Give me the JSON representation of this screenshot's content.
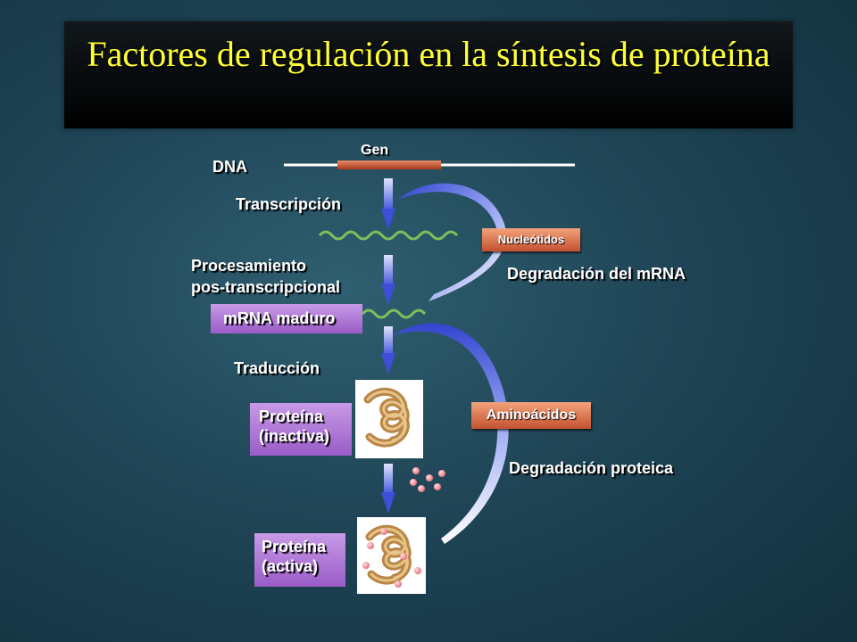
{
  "title": "Factores de regulación en la síntesis de proteína",
  "labels": {
    "gen": "Gen",
    "dna": "DNA",
    "transcripcion": "Transcripción",
    "procesamiento_1": "Procesamiento",
    "procesamiento_2": "pos-transcripcional",
    "mrna_maduro": "mRNA maduro",
    "traduccion": "Traducción",
    "proteina_inactiva_1": "Proteína",
    "proteina_inactiva_2": "(inactiva)",
    "proteina_activa_1": "Proteína",
    "proteina_activa_2": "(activa)",
    "nucleotidos": "Nucleótidos",
    "degradacion_mrna": "Degradación del mRNA",
    "aminoacidos": "Aminoácidos",
    "degradacion_proteica": "Degradación proteica"
  },
  "colors": {
    "title": "#ffff33",
    "arrow": "#4f63e0",
    "rna_wave": "#7fbf5a",
    "box_purple": "#9a5cc8",
    "box_orange": "#c4512e",
    "gene_bar": "#c8553a"
  }
}
